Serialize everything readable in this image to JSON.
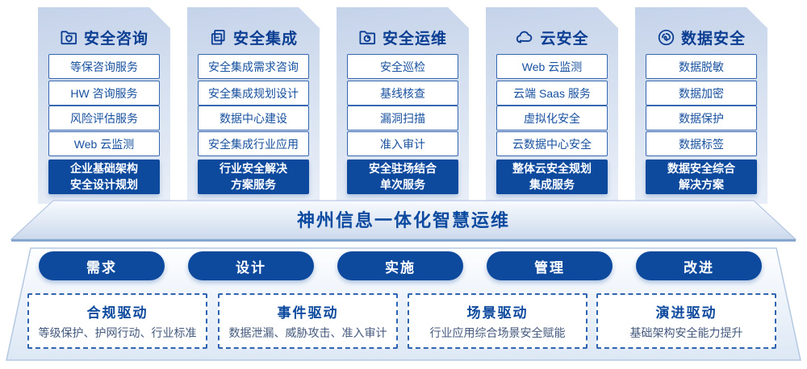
{
  "columns": [
    {
      "title": "安全咨询",
      "icon": "folder-shield-icon",
      "items": [
        "等保咨询服务",
        "HW 咨询服务",
        "风险评估服务",
        "Web 云监测"
      ],
      "footer": "企业基础架构\n安全设计规划"
    },
    {
      "title": "安全集成",
      "icon": "documents-icon",
      "items": [
        "安全集成需求咨询",
        "安全集成规划设计",
        "数据中心建设",
        "安全集成行业应用"
      ],
      "footer": "行业安全解决\n方案服务"
    },
    {
      "title": "安全运维",
      "icon": "folder-chart-icon",
      "items": [
        "安全巡检",
        "基线核查",
        "漏洞扫描",
        "准入审计"
      ],
      "footer": "安全驻场结合\n单次服务"
    },
    {
      "title": "云安全",
      "icon": "cloud-icon",
      "items": [
        "Web 云监测",
        "云端 Saas 服务",
        "虚拟化安全",
        "云数据中心安全"
      ],
      "footer": "整体云安全规划\n集成服务"
    },
    {
      "title": "数据安全",
      "icon": "fingerprint-icon",
      "items": [
        "数据脱敏",
        "数据加密",
        "数据保护",
        "数据标签"
      ],
      "footer": "数据安全综合\n解决方案"
    }
  ],
  "banner": {
    "title": "神州信息一体化智慧运维"
  },
  "phases": [
    "需求",
    "设计",
    "实施",
    "管理",
    "改进"
  ],
  "drivers": [
    {
      "title": "合规驱动",
      "desc": "等级保护、护网行动、行业标准"
    },
    {
      "title": "事件驱动",
      "desc": "数据泄漏、威胁攻击、准入审计"
    },
    {
      "title": "场景驱动",
      "desc": "行业应用综合场景安全赋能"
    },
    {
      "title": "演进驱动",
      "desc": "基础架构安全能力提升"
    }
  ],
  "colors": {
    "primary_blue": "#0d4a9e",
    "title_blue": "#0b3e92",
    "item_border_blue": "#3766b0",
    "item_text_blue": "#17509f",
    "card_gradient_top": "#c5d3ea",
    "card_gradient_bottom": "#e9eff8",
    "desc_gray_blue": "#44597c"
  }
}
